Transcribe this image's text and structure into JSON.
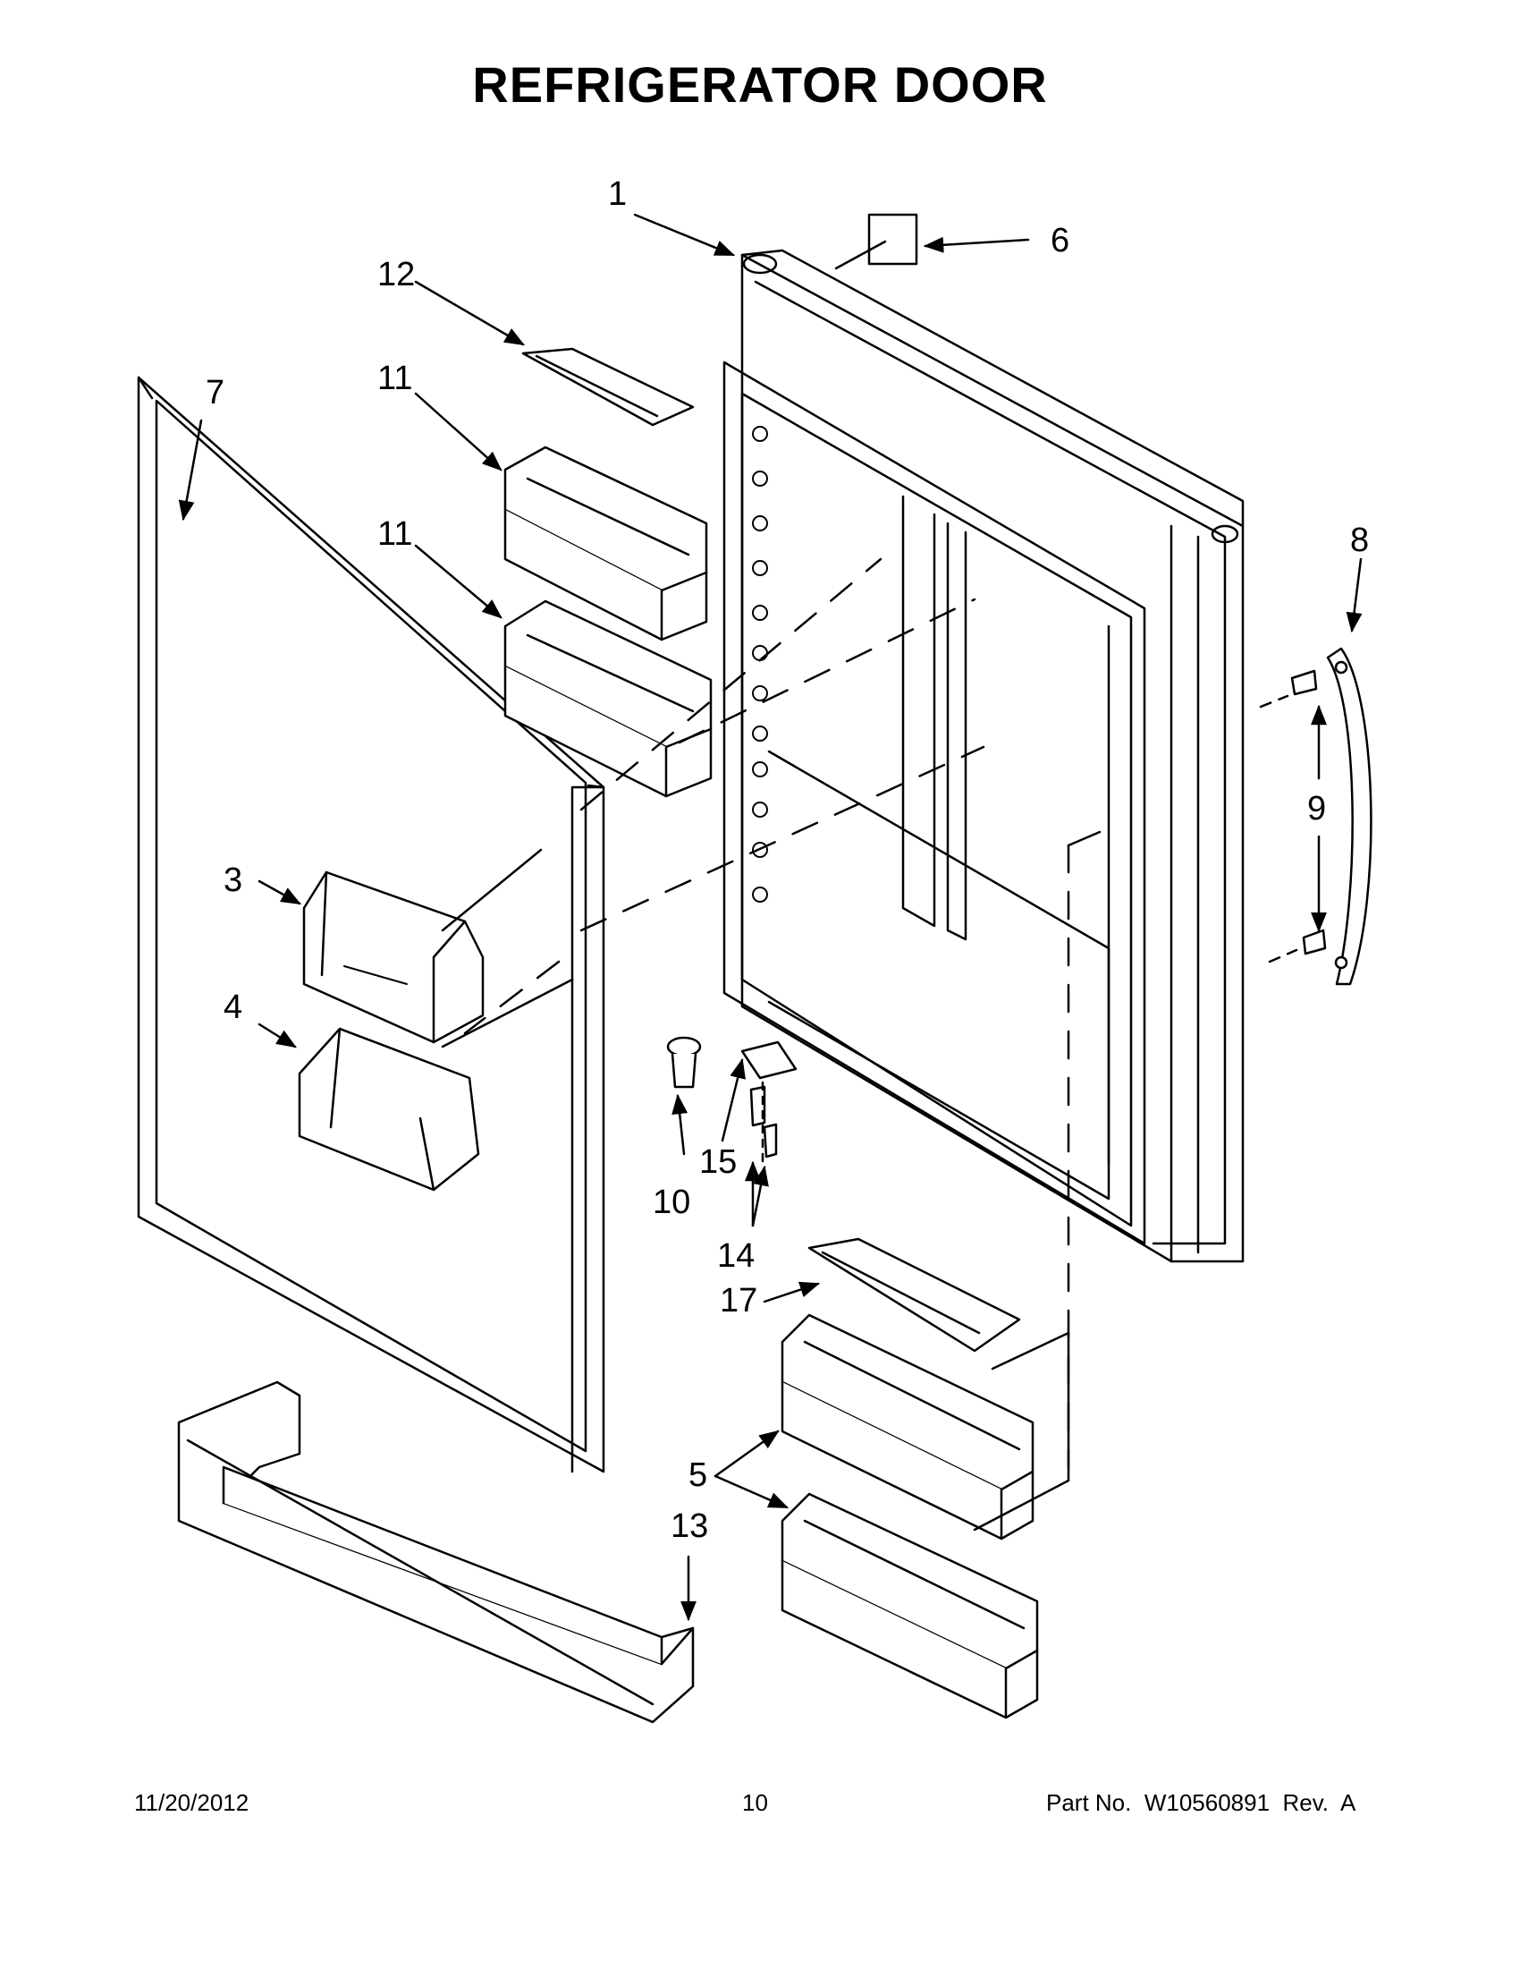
{
  "title": "REFRIGERATOR DOOR",
  "callouts": {
    "c1": "1",
    "c3": "3",
    "c4": "4",
    "c5": "5",
    "c6": "6",
    "c7": "7",
    "c8": "8",
    "c9": "9",
    "c10": "10",
    "c11a": "11",
    "c11b": "11",
    "c12": "12",
    "c13": "13",
    "c14": "14",
    "c15": "15",
    "c17": "17"
  },
  "footer": {
    "date": "11/20/2012",
    "page": "10",
    "part": "Part No.  W10560891  Rev.  A"
  },
  "colors": {
    "ink": "#000000",
    "paper": "#ffffff",
    "shade": "#cfcfcf"
  }
}
